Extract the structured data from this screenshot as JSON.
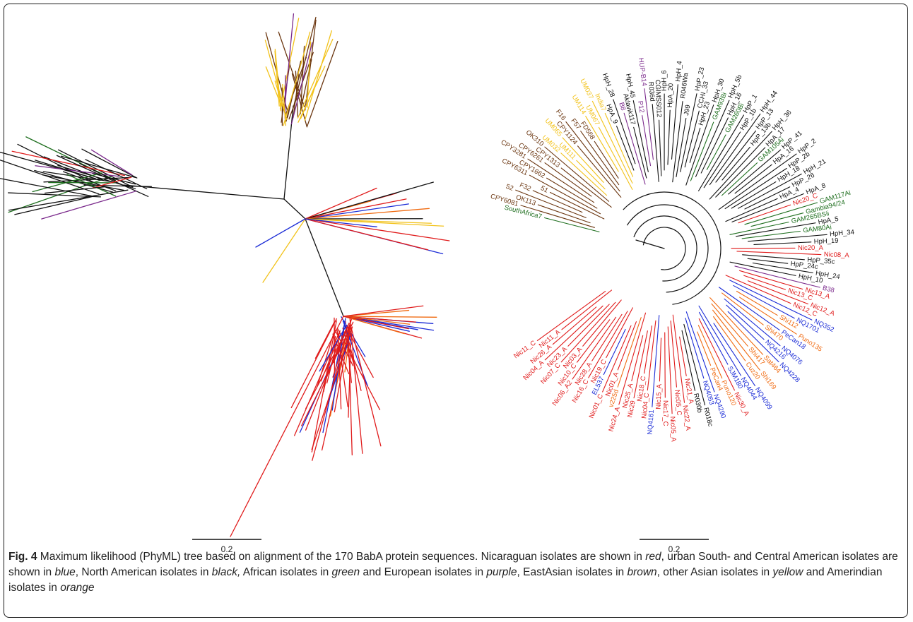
{
  "figure": {
    "scale_bars": [
      {
        "label": "0.2"
      },
      {
        "label": "0.2"
      }
    ],
    "colors": {
      "nicaraguan": "#e01b1b",
      "urban_americas": "#1a2bd6",
      "north_american": "#111111",
      "african": "#1e6e1e",
      "european": "#7b2a8c",
      "east_asian": "#6b3610",
      "other_asian": "#f2c21a",
      "amerindian": "#f06a10"
    },
    "tree_labels": [
      {
        "text": "SouthAfrica7",
        "group": "african"
      },
      {
        "text": "CPY6081",
        "group": "east_asian"
      },
      {
        "text": "OK113",
        "group": "east_asian"
      },
      {
        "text": "52",
        "group": "east_asian"
      },
      {
        "text": "F32",
        "group": "east_asian"
      },
      {
        "text": "51",
        "group": "east_asian"
      },
      {
        "text": "CPY6311",
        "group": "east_asian"
      },
      {
        "text": "CPY1662",
        "group": "east_asian"
      },
      {
        "text": "CPY3281",
        "group": "east_asian"
      },
      {
        "text": "CPY6261",
        "group": "east_asian"
      },
      {
        "text": "CPY1313",
        "group": "east_asian"
      },
      {
        "text": "OK310",
        "group": "east_asian"
      },
      {
        "text": "UM032",
        "group": "other_asian"
      },
      {
        "text": "UM111",
        "group": "other_asian"
      },
      {
        "text": "UM065",
        "group": "other_asian"
      },
      {
        "text": "CPY1124",
        "group": "east_asian"
      },
      {
        "text": "F16",
        "group": "east_asian"
      },
      {
        "text": "F57",
        "group": "east_asian"
      },
      {
        "text": "FD568",
        "group": "east_asian"
      },
      {
        "text": "UM114",
        "group": "other_asian"
      },
      {
        "text": "UM067",
        "group": "other_asian"
      },
      {
        "text": "UM037",
        "group": "other_asian"
      },
      {
        "text": "India7",
        "group": "other_asian"
      },
      {
        "text": "HpA_9",
        "group": "north_american"
      },
      {
        "text": "HpH_28",
        "group": "north_american"
      },
      {
        "text": "B8",
        "group": "european"
      },
      {
        "text": "Aklavik117",
        "group": "north_american"
      },
      {
        "text": "HpH_45",
        "group": "north_american"
      },
      {
        "text": "P12",
        "group": "european"
      },
      {
        "text": "HUP-B14",
        "group": "european"
      },
      {
        "text": "R036d",
        "group": "north_american"
      },
      {
        "text": "CGIMSS012",
        "group": "north_american"
      },
      {
        "text": "HpH_6",
        "group": "north_american"
      },
      {
        "text": "HpA_20",
        "group": "north_american"
      },
      {
        "text": "HpH_4",
        "group": "north_american"
      },
      {
        "text": "R046Wa",
        "group": "north_american"
      },
      {
        "text": "J99",
        "group": "north_american"
      },
      {
        "text": "HpP_23",
        "group": "north_american"
      },
      {
        "text": "CCHI_33",
        "group": "north_american"
      },
      {
        "text": "HpH_23",
        "group": "north_american"
      },
      {
        "text": "HpH_30",
        "group": "north_american"
      },
      {
        "text": "GAM93Bi",
        "group": "african"
      },
      {
        "text": "HpH_5b",
        "group": "north_american"
      },
      {
        "text": "HpH_16",
        "group": "north_american"
      },
      {
        "text": "GAM260Bi",
        "group": "african"
      },
      {
        "text": "HpP_1",
        "group": "north_american"
      },
      {
        "text": "HpP_1b",
        "group": "north_american"
      },
      {
        "text": "HpH_44",
        "group": "north_american"
      },
      {
        "text": "HpP_13",
        "group": "north_american"
      },
      {
        "text": "HpP_13b",
        "group": "north_american"
      },
      {
        "text": "HpH_36",
        "group": "north_american"
      },
      {
        "text": "HpA_17",
        "group": "north_american"
      },
      {
        "text": "GAM105Ai",
        "group": "african"
      },
      {
        "text": "HpP_41",
        "group": "north_american"
      },
      {
        "text": "HpA_16",
        "group": "north_american"
      },
      {
        "text": "HpP_2",
        "group": "north_american"
      },
      {
        "text": "HpP_2b",
        "group": "north_american"
      },
      {
        "text": "HpH_18",
        "group": "north_american"
      },
      {
        "text": "HpH_21",
        "group": "north_american"
      },
      {
        "text": "HpP_26",
        "group": "north_american"
      },
      {
        "text": "HpA_4",
        "group": "north_american"
      },
      {
        "text": "HpA_8",
        "group": "north_american"
      },
      {
        "text": "Nic20_C",
        "group": "nicaraguan"
      },
      {
        "text": "GAM117Ai",
        "group": "african"
      },
      {
        "text": "Gambia94/24",
        "group": "african"
      },
      {
        "text": "GAM265BSii",
        "group": "african"
      },
      {
        "text": "HpA_5",
        "group": "north_american"
      },
      {
        "text": "GAM80Ai",
        "group": "african"
      },
      {
        "text": "HpH_34",
        "group": "north_american"
      },
      {
        "text": "HpH_19",
        "group": "north_american"
      },
      {
        "text": "Nic20_A",
        "group": "nicaraguan"
      },
      {
        "text": "Nic08_A",
        "group": "nicaraguan"
      },
      {
        "text": "HpP_35c",
        "group": "north_american"
      },
      {
        "text": "HpP_24c",
        "group": "north_american"
      },
      {
        "text": "HpH_24",
        "group": "north_american"
      },
      {
        "text": "HpH_10",
        "group": "north_american"
      },
      {
        "text": "B38",
        "group": "european"
      },
      {
        "text": "Nic13_A",
        "group": "nicaraguan"
      },
      {
        "text": "Nic13_C",
        "group": "nicaraguan"
      },
      {
        "text": "Nic12_A",
        "group": "nicaraguan"
      },
      {
        "text": "Nic12_C",
        "group": "nicaraguan"
      },
      {
        "text": "NQ352",
        "group": "urban_americas"
      },
      {
        "text": "NQ1701",
        "group": "urban_americas"
      },
      {
        "text": "Shi112",
        "group": "amerindian"
      },
      {
        "text": "Puno135",
        "group": "amerindian"
      },
      {
        "text": "PeCan18",
        "group": "urban_americas"
      },
      {
        "text": "Shi470",
        "group": "amerindian"
      },
      {
        "text": "NQ4076",
        "group": "urban_americas"
      },
      {
        "text": "NQ4216",
        "group": "urban_americas"
      },
      {
        "text": "NQ4228",
        "group": "urban_americas"
      },
      {
        "text": "Sat464",
        "group": "amerindian"
      },
      {
        "text": "Shi417",
        "group": "amerindian"
      },
      {
        "text": "Shi169",
        "group": "amerindian"
      },
      {
        "text": "Cuz20",
        "group": "amerindian"
      },
      {
        "text": "NQ4099",
        "group": "urban_americas"
      },
      {
        "text": "NQ4044",
        "group": "urban_americas"
      },
      {
        "text": "SJM180",
        "group": "urban_americas"
      },
      {
        "text": "Nic30_A",
        "group": "nicaraguan"
      },
      {
        "text": "Puno120",
        "group": "amerindian"
      },
      {
        "text": "PeCan4",
        "group": "amerindian"
      },
      {
        "text": "NQ4290",
        "group": "urban_americas"
      },
      {
        "text": "NQ4053",
        "group": "urban_americas"
      },
      {
        "text": "R018c",
        "group": "north_american"
      },
      {
        "text": "R030b",
        "group": "north_american"
      },
      {
        "text": "Nic21_A",
        "group": "nicaraguan"
      },
      {
        "text": "Nic22_A",
        "group": "nicaraguan"
      },
      {
        "text": "Nic05_C",
        "group": "nicaraguan"
      },
      {
        "text": "Nic05_A",
        "group": "nicaraguan"
      },
      {
        "text": "Nic17_C",
        "group": "nicaraguan"
      },
      {
        "text": "Nic15_A",
        "group": "nicaraguan"
      },
      {
        "text": "NQ4161",
        "group": "urban_americas"
      },
      {
        "text": "Nic04_C",
        "group": "nicaraguan"
      },
      {
        "text": "Nic18_C",
        "group": "nicaraguan"
      },
      {
        "text": "Nic29",
        "group": "nicaraguan"
      },
      {
        "text": "Nic25_A",
        "group": "nicaraguan"
      },
      {
        "text": "Nic24_A",
        "group": "nicaraguan"
      },
      {
        "text": "v225d",
        "group": "amerindian"
      },
      {
        "text": "Nic01_A",
        "group": "nicaraguan"
      },
      {
        "text": "Nic01_C",
        "group": "nicaraguan"
      },
      {
        "text": "EL537",
        "group": "urban_americas"
      },
      {
        "text": "Nic19_C",
        "group": "nicaraguan"
      },
      {
        "text": "Nic16_C",
        "group": "nicaraguan"
      },
      {
        "text": "Nic28_A",
        "group": "nicaraguan"
      },
      {
        "text": "Nic06_A2",
        "group": "nicaraguan"
      },
      {
        "text": "Nic10_C",
        "group": "nicaraguan"
      },
      {
        "text": "Nic03_A",
        "group": "nicaraguan"
      },
      {
        "text": "Nic07_C",
        "group": "nicaraguan"
      },
      {
        "text": "Nic23_A",
        "group": "nicaraguan"
      },
      {
        "text": "Nic04_A",
        "group": "nicaraguan"
      },
      {
        "text": "Nic26_A",
        "group": "nicaraguan"
      },
      {
        "text": "Nic11_A",
        "group": "nicaraguan"
      },
      {
        "text": "Nic11_C",
        "group": "nicaraguan"
      }
    ]
  },
  "caption": {
    "label": "Fig. 4",
    "parts": [
      {
        "text": " Maximum likelihood (PhyML) tree based on alignment of the 170 BabA protein sequences. Nicaraguan isolates are shown in ",
        "style": "normal"
      },
      {
        "text": "red",
        "style": "italic"
      },
      {
        "text": ", urban South- and Central American isolates are shown in ",
        "style": "normal"
      },
      {
        "text": "blue",
        "style": "italic"
      },
      {
        "text": ", North American isolates in ",
        "style": "normal"
      },
      {
        "text": "black,",
        "style": "italic"
      },
      {
        "text": " African isolates in ",
        "style": "normal"
      },
      {
        "text": "green",
        "style": "italic"
      },
      {
        "text": " and European isolates in ",
        "style": "normal"
      },
      {
        "text": "purple",
        "style": "italic"
      },
      {
        "text": ", EastAsian isolates in ",
        "style": "normal"
      },
      {
        "text": "brown",
        "style": "italic"
      },
      {
        "text": ", other Asian isolates in ",
        "style": "normal"
      },
      {
        "text": "yellow",
        "style": "italic"
      },
      {
        "text": " and Amerindian isolates in ",
        "style": "normal"
      },
      {
        "text": "orange",
        "style": "italic"
      }
    ]
  }
}
